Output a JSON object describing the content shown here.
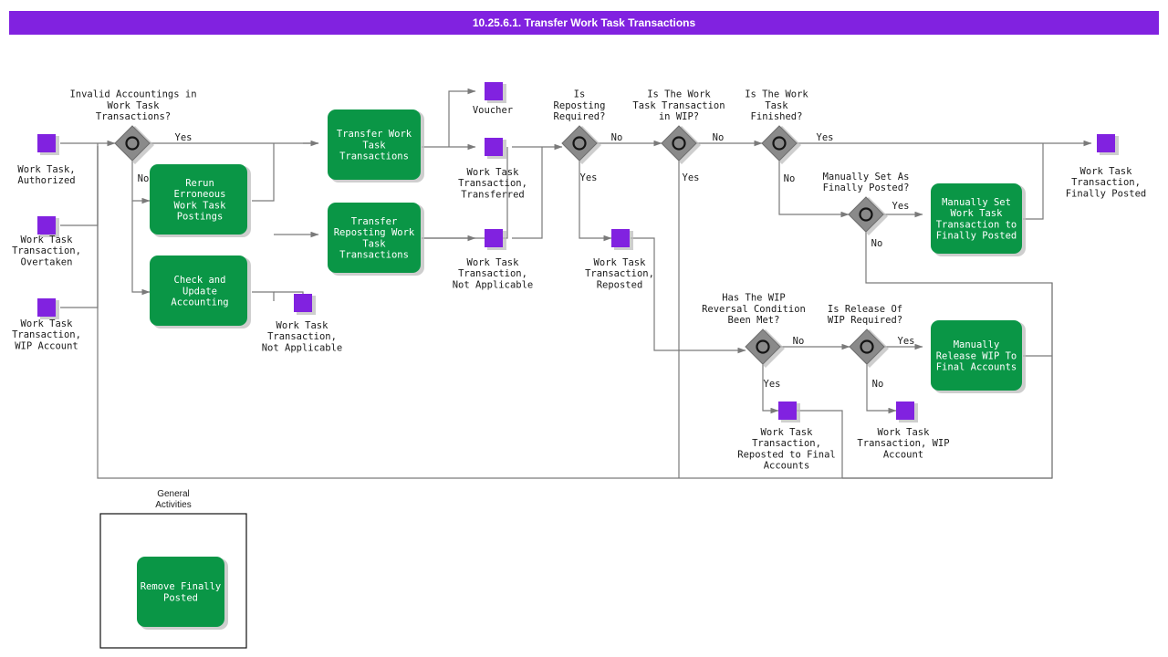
{
  "title": "10.25.6.1. Transfer Work Task Transactions",
  "colors": {
    "title_bar": "#8122e0",
    "event": "#8122e0",
    "activity": "#0a9646",
    "gateway": "#8a8a8a",
    "edge": "#7a7a7a",
    "text_dark": "#1a1a1a",
    "text_light": "#ffffff"
  },
  "events": [
    {
      "id": "ev_wt_auth",
      "label": "Work Task,\nAuthorized"
    },
    {
      "id": "ev_wtt_overtaken",
      "label": "Work Task\nTransaction,\nOvertaken"
    },
    {
      "id": "ev_wtt_wip_acct_in",
      "label": "Work Task\nTransaction,\nWIP Account"
    },
    {
      "id": "ev_wtt_na_left",
      "label": "Work Task\nTransaction,\nNot Applicable"
    },
    {
      "id": "ev_voucher",
      "label": "Voucher"
    },
    {
      "id": "ev_wtt_transferred",
      "label": "Work Task\nTransaction,\nTransferred"
    },
    {
      "id": "ev_wtt_na_mid",
      "label": "Work Task\nTransaction,\nNot Applicable"
    },
    {
      "id": "ev_wtt_reposted",
      "label": "Work Task\nTransaction,\nReposted"
    },
    {
      "id": "ev_wtt_reposted_final",
      "label": "Work Task\nTransaction,\nReposted to Final\nAccounts"
    },
    {
      "id": "ev_wtt_wip_acct_out",
      "label": "Work Task\nTransaction, WIP\nAccount"
    },
    {
      "id": "ev_wtt_finally_posted",
      "label": "Work Task\nTransaction,\nFinally Posted"
    }
  ],
  "activities": [
    {
      "id": "act_rerun",
      "label": "Rerun\nErroneous\nWork Task\nPostings"
    },
    {
      "id": "act_check_update",
      "label": "Check and\nUpdate\nAccounting"
    },
    {
      "id": "act_transfer",
      "label": "Transfer Work\nTask\nTransactions"
    },
    {
      "id": "act_transfer_repost",
      "label": "Transfer\nReposting Work\nTask\nTransactions"
    },
    {
      "id": "act_manual_set",
      "label": "Manually Set\nWork Task\nTransaction to\nFinally Posted"
    },
    {
      "id": "act_manual_release",
      "label": "Manually\nRelease WIP To\nFinal Accounts"
    },
    {
      "id": "act_remove_finally",
      "label": "Remove Finally\nPosted"
    }
  ],
  "gateways": [
    {
      "id": "gw_invalid",
      "label": "Invalid Accountings in\nWork Task\nTransactions?"
    },
    {
      "id": "gw_repost",
      "label": "Is\nReposting\nRequired?"
    },
    {
      "id": "gw_in_wip",
      "label": "Is The Work\nTask Transaction\nin WIP?"
    },
    {
      "id": "gw_finished",
      "label": "Is The Work\nTask\nFinished?"
    },
    {
      "id": "gw_manual",
      "label": "Manually Set As\nFinally Posted?"
    },
    {
      "id": "gw_wip_rev",
      "label": "Has The WIP\nReversal Condition\nBeen Met?"
    },
    {
      "id": "gw_release",
      "label": "Is Release Of\nWIP Required?"
    }
  ],
  "edge_labels": {
    "invalid_yes": "Yes",
    "invalid_no": "No",
    "repost_no": "No",
    "repost_yes": "Yes",
    "in_wip_no": "No",
    "in_wip_yes": "Yes",
    "finished_yes": "Yes",
    "finished_no": "No",
    "manual_yes": "Yes",
    "manual_no": "No",
    "wip_rev_no": "No",
    "wip_rev_yes": "Yes",
    "release_yes": "Yes",
    "release_no": "No"
  },
  "groups": [
    {
      "id": "grp_general",
      "label": "General\nActivities"
    }
  ]
}
